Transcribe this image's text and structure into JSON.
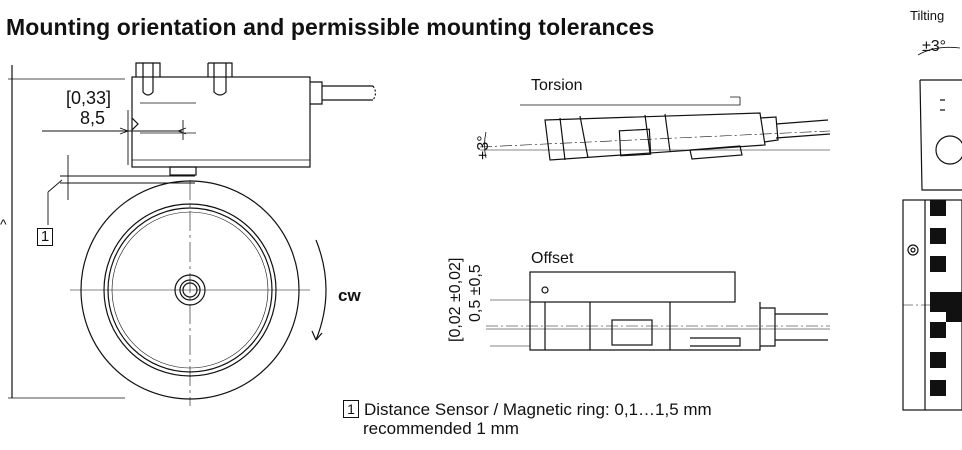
{
  "title": "Mounting orientation and permissible mounting tolerances",
  "dims": {
    "bracket_value": "[0,33]",
    "value": "8,5",
    "callout": "1",
    "cw": "cw"
  },
  "torsion": {
    "label": "Torsion",
    "angle": "+3°",
    "angle_unit": "-"
  },
  "offset": {
    "label": "Offset",
    "dim_bracket": "[0,02 ±0,02]",
    "dim": "0,5 ±0,5"
  },
  "tilting": {
    "label": "Tilting",
    "angle": "±3°"
  },
  "legend": {
    "number": "1",
    "line1": "Distance Sensor / Magnetic ring: 0,1…1,5 mm",
    "line2": "recommended 1 mm"
  },
  "colors": {
    "line": "#111111",
    "background": "#ffffff"
  }
}
